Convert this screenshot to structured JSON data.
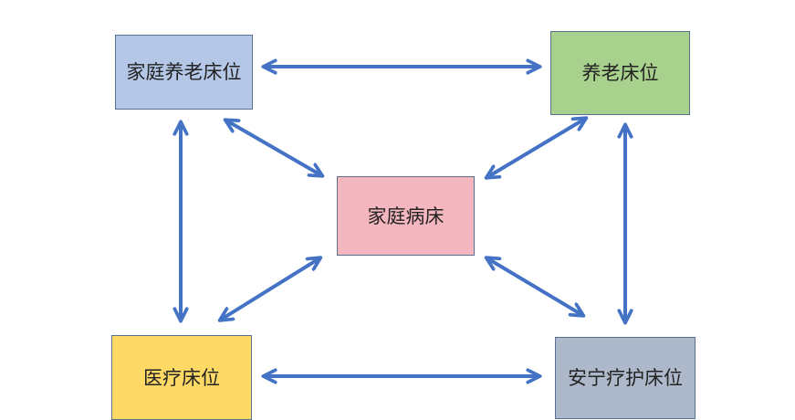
{
  "diagram": {
    "colors": {
      "arrow": "#4472c4",
      "node_border": "#5b7191"
    },
    "nodes": {
      "home_elderly_bed": {
        "label": "家庭养老床位",
        "fill": "#b4c7e7"
      },
      "elderly_bed": {
        "label": "养老床位",
        "fill": "#a9d18e"
      },
      "home_sickbed": {
        "label": "家庭病床",
        "fill": "#f4b6bf"
      },
      "medical_bed": {
        "label": "医疗床位",
        "fill": "#ffd966"
      },
      "hospice_bed": {
        "label": "安宁疗护床位",
        "fill": "#adb9ca"
      }
    },
    "edges": [
      {
        "from": "home_elderly_bed",
        "to": "elderly_bed",
        "type": "bidirectional"
      },
      {
        "from": "medical_bed",
        "to": "hospice_bed",
        "type": "bidirectional"
      },
      {
        "from": "home_elderly_bed",
        "to": "medical_bed",
        "type": "bidirectional"
      },
      {
        "from": "elderly_bed",
        "to": "hospice_bed",
        "type": "bidirectional"
      },
      {
        "from": "home_elderly_bed",
        "to": "home_sickbed",
        "type": "bidirectional"
      },
      {
        "from": "elderly_bed",
        "to": "home_sickbed",
        "type": "bidirectional"
      },
      {
        "from": "medical_bed",
        "to": "home_sickbed",
        "type": "bidirectional"
      },
      {
        "from": "hospice_bed",
        "to": "home_sickbed",
        "type": "bidirectional"
      }
    ]
  }
}
